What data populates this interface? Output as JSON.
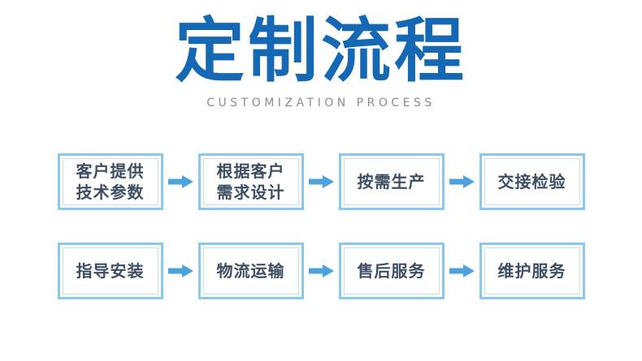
{
  "header": {
    "title": "定制流程",
    "subtitle": "CUSTOMIZATION PROCESS"
  },
  "flow": {
    "rows": [
      {
        "steps": [
          {
            "label": "客户提供\n技术参数"
          },
          {
            "label": "根据客户\n需求设计"
          },
          {
            "label": "按需生产"
          },
          {
            "label": "交接检验"
          }
        ]
      },
      {
        "steps": [
          {
            "label": "指导安装"
          },
          {
            "label": "物流运输"
          },
          {
            "label": "售后服务"
          },
          {
            "label": "维护服务"
          }
        ]
      }
    ]
  },
  "icons": {
    "arrow": "right-arrow"
  },
  "colors": {
    "title-blue": "#1568b3",
    "subtitle-gray": "#8c8c8c",
    "box-border": "#8cc8ec",
    "box-inner-border": "#c3e0f2",
    "box-text": "#3d4e63",
    "arrow-blue": "#4aa3dc",
    "page-bg": "#ffffff"
  }
}
